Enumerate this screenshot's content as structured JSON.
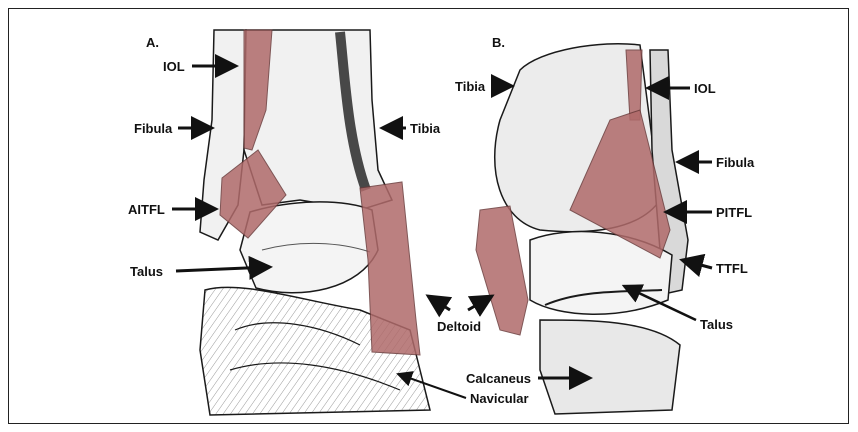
{
  "panels": {
    "a": {
      "letter": "A."
    },
    "b": {
      "letter": "B."
    }
  },
  "labels": {
    "a_iol": "IOL",
    "a_fibula": "Fibula",
    "a_tibia": "Tibia",
    "a_aitfl": "AITFL",
    "a_talus": "Talus",
    "deltoid": "Deltoid",
    "navicular": "Navicular",
    "b_tibia": "Tibia",
    "b_iol": "IOL",
    "b_fibula": "Fibula",
    "b_pitfl": "PITFL",
    "b_ttfl": "TTFL",
    "b_talus": "Talus",
    "calcaneus": "Calcaneus"
  },
  "colors": {
    "ligament": "#b06a6a",
    "bone_fill": "#f1f1f1",
    "bone_shade": "#cfcfcf",
    "outline": "#1a1a1a"
  }
}
